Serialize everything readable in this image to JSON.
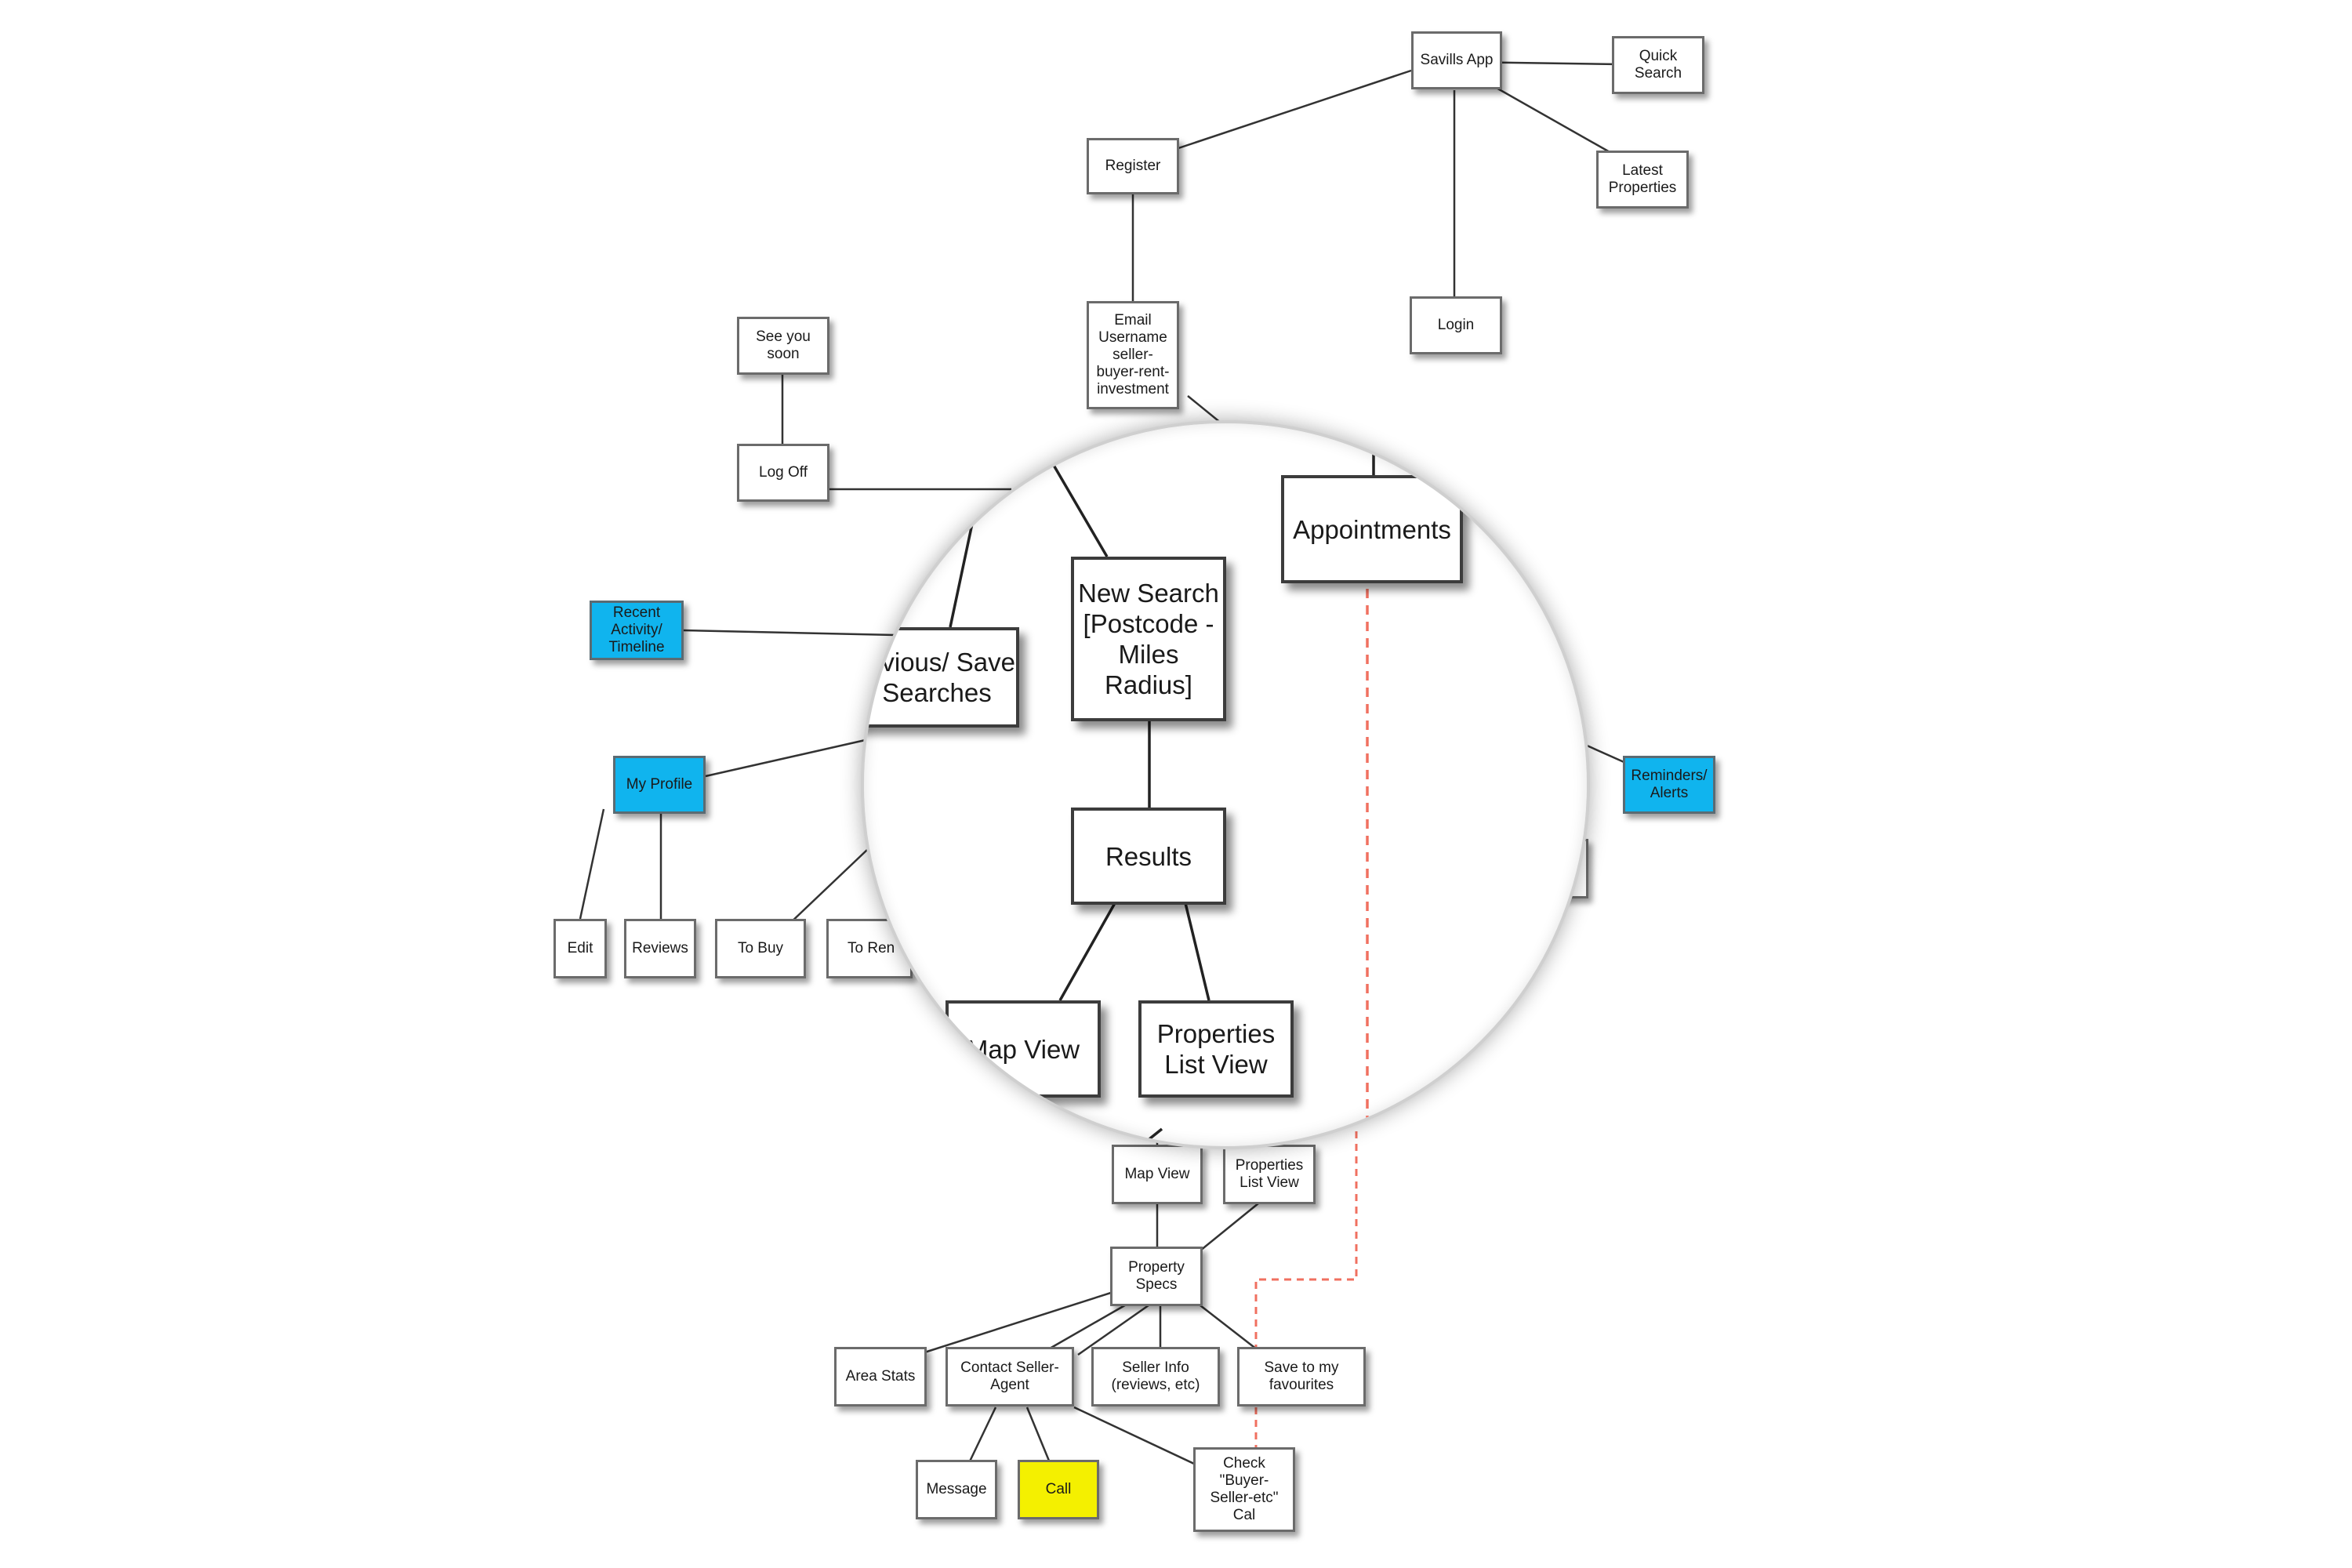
{
  "nodes": {
    "savills_app": "Savills App",
    "quick_search": "Quick Search",
    "register": "Register",
    "latest_properties": "Latest Properties",
    "email_username": "Email Username seller- buyer-rent- investment",
    "login": "Login",
    "see_you_soon": "See you soon",
    "log_off": "Log Off",
    "recent_activity": "Recent Activity/ Timeline",
    "reminders_alerts": "Reminders/ Alerts",
    "my_profile": "My Profile",
    "edit": "Edit",
    "reviews": "Reviews",
    "to_buy": "To Buy",
    "to_rent": "To Ren",
    "map_view": "Map View",
    "properties_list_view": "Properties List View",
    "property_specs": "Property Specs",
    "area_stats": "Area Stats",
    "contact_seller_agent": "Contact Seller- Agent",
    "seller_info": "Seller Info (reviews, etc)",
    "save_to_favourites": "Save to my favourites",
    "message": "Message",
    "call": "Call",
    "check_calendar": "Check \"Buyer- Seller-etc\" Cal"
  },
  "magnifier": {
    "appointments": "Appointments",
    "previous_save_searches": "revious/ Save Searches",
    "new_search": "New Search [Postcode - Miles Radius]",
    "results": "Results",
    "map_view": "Map View",
    "properties_list_view": "Properties List View"
  },
  "colors": {
    "highlight_blue": "#10b4ee",
    "highlight_yellow": "#f4f000",
    "dashed_link": "#f07060"
  }
}
